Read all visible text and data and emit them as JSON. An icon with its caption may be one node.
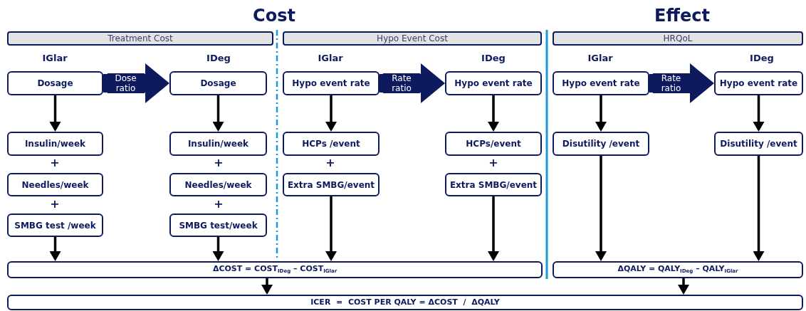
{
  "diagram": {
    "nodes": [
      {
        "text": [
          "Treatment Cost"
        ]
      },
      {
        "text": [
          "Hypo Event Cost"
        ]
      },
      {
        "text": [
          "HRQoL"
        ]
      },
      {
        "text": [
          "Dosage"
        ]
      },
      {
        "text": [
          "Dosage"
        ]
      },
      {
        "text": [
          "Hypo event rate"
        ]
      },
      {
        "text": [
          "Hypo event rate"
        ]
      },
      {
        "text": [
          "Hypo event rate"
        ]
      },
      {
        "text": [
          "Hypo event rate"
        ]
      },
      {
        "text": [
          "Insulin/week"
        ]
      },
      {
        "text": [
          "Insulin/week"
        ]
      },
      {
        "text": [
          "HCPs /event"
        ]
      },
      {
        "text": [
          "HCPs/event"
        ]
      },
      {
        "text": [
          "Disutility /event"
        ]
      },
      {
        "text": [
          "Disutility /event"
        ]
      },
      {
        "text": [
          "Needles/week"
        ]
      },
      {
        "text": [
          "Needles/week"
        ]
      },
      {
        "text": [
          "Extra SMBG/event"
        ]
      },
      {
        "text": [
          "Extra SMBG/event"
        ]
      },
      {
        "text": [
          "SMBG test /week"
        ]
      },
      {
        "text": [
          "SMBG test/week"
        ]
      },
      {
        "text": [
          "ΔCOST = COST$_{IDeg}$ – COST$_{IGlar}$"
        ]
      },
      {
        "text": [
          "ΔQALY = QALY$_{IDeg}$ – QALY$_{IGlar}$"
        ]
      },
      {
        "text": [
          "ICER  =  COST PER QALY = ΔCOST  /  ΔQALY"
        ]
      }
    ],
    "edges": [
      {
        "from": 3,
        "to": 4,
        "arrow": "to",
        "label": "Dose ratio",
        "style": "thick",
        "color": "#0d1b5e"
      },
      {
        "from": 5,
        "to": 6,
        "arrow": "to",
        "label": "Rate ratio",
        "style": "thick",
        "color": "#0d1b5e"
      },
      {
        "from": 7,
        "to": 8,
        "arrow": "to",
        "label": "Rate ratio",
        "style": "thick",
        "color": "#0d1b5e"
      },
      {
        "from": 3,
        "to": 9,
        "arrow": "to"
      },
      {
        "from": 4,
        "to": 10,
        "arrow": "to"
      },
      {
        "from": 5,
        "to": 11,
        "arrow": "to"
      },
      {
        "from": 6,
        "to": 12,
        "arrow": "to"
      },
      {
        "from": 7,
        "to": 13,
        "arrow": "to"
      },
      {
        "from": 8,
        "to": 14,
        "arrow": "to"
      },
      {
        "from": 19,
        "to": 21,
        "arrow": "to"
      },
      {
        "from": 20,
        "to": 21,
        "arrow": "to"
      },
      {
        "from": 17,
        "to": 21,
        "arrow": "to"
      },
      {
        "from": 18,
        "to": 21,
        "arrow": "to"
      },
      {
        "from": 13,
        "to": 22,
        "arrow": "to"
      },
      {
        "from": 14,
        "to": 22,
        "arrow": "to"
      },
      {
        "from": 21,
        "to": 23,
        "arrow": "to"
      },
      {
        "from": 22,
        "to": 23,
        "arrow": "to"
      }
    ],
    "labels": [
      "Cost",
      "Effect",
      "IGlar",
      "IDeg",
      "IGlar",
      "IDeg",
      "IGlar",
      "IDeg",
      "+",
      "+",
      "+",
      "+",
      "+",
      "+"
    ]
  }
}
